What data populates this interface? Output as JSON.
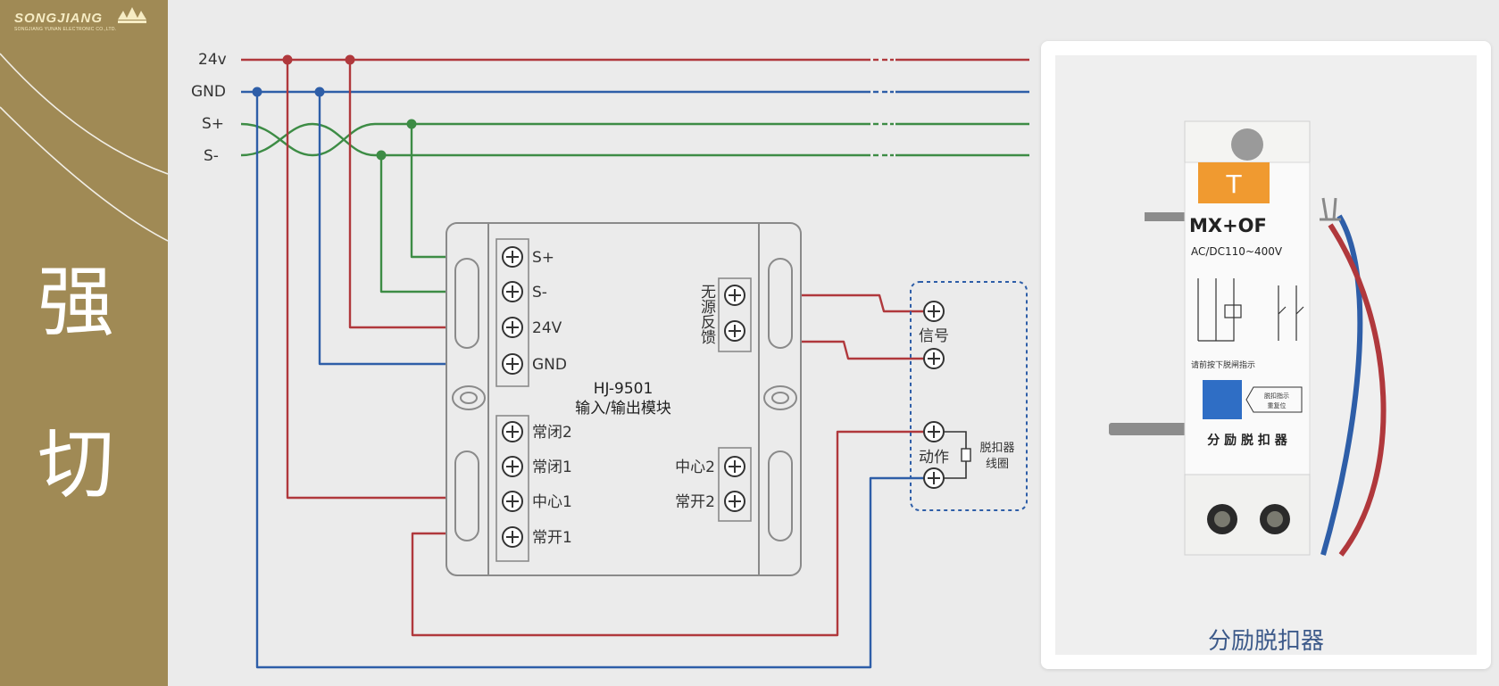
{
  "sidebar": {
    "brand": "SONGJIANG",
    "brand_sub": "SONGJIANG YUNAN ELECTRONIC CO.,LTD.",
    "title_chars": [
      "强",
      "切"
    ]
  },
  "buses": {
    "v24": "24v",
    "gnd": "GND",
    "s_plus": "S+",
    "s_minus": "S-"
  },
  "module": {
    "model": "HJ-9501",
    "name": "输入/输出模块",
    "left_terminals": [
      "S+",
      "S-",
      "24V",
      "GND",
      "常闭2",
      "常闭1",
      "中心1",
      "常开1"
    ],
    "right_feedback_label": "无源反馈",
    "right_lower_terminals": [
      "中心2",
      "常开2"
    ]
  },
  "breaker_box": {
    "signal_label": "信号",
    "action_label": "动作",
    "coil_label_1": "脱扣器",
    "coil_label_2": "线圈"
  },
  "device": {
    "model": "MX+OF",
    "voltage": "AC/DC110~400V",
    "indicator": "T",
    "note": "请前按下脱闸指示",
    "reset_note_1": "脱扣指示",
    "reset_note_2": "重复位",
    "label": "分 励 脱 扣 器",
    "caption": "分励脱扣器"
  },
  "colors": {
    "sidebar": "#a08a55",
    "red_wire": "#b0383c",
    "blue_wire": "#2e5ea8",
    "green_wire": "#3d8c45",
    "module_outline": "#8a8a8a",
    "dashed_box": "#2e5ea8"
  }
}
